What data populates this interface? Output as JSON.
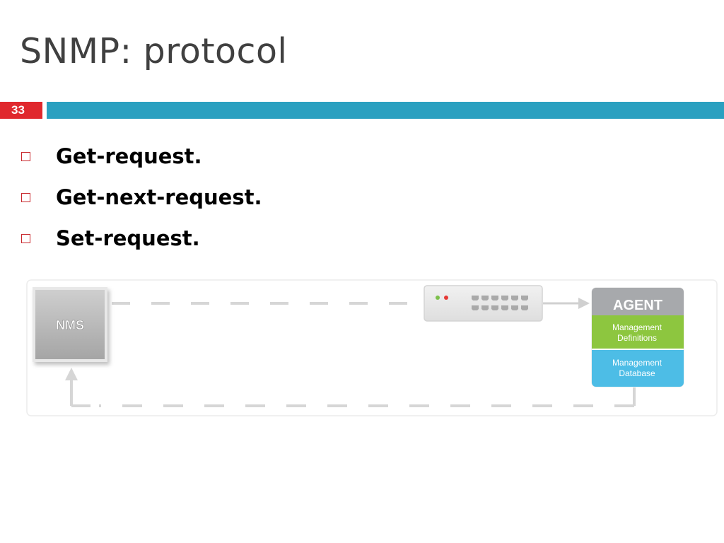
{
  "slide": {
    "title": "SNMP: protocol",
    "number": "33"
  },
  "bullets": [
    {
      "text": "Get-request."
    },
    {
      "text": "Get-next-request."
    },
    {
      "text": "Set-request."
    }
  ],
  "diagram": {
    "nms_label": "NMS",
    "agent_label": "AGENT",
    "mgmt_definitions": [
      "Management",
      "Definitions"
    ],
    "mgmt_database": [
      "Management",
      "Database"
    ],
    "colors": {
      "accent_red": "#e0282d",
      "title_bar": "#2aa0c0",
      "definitions_green": "#8dc63f",
      "database_blue": "#4dbde6",
      "agent_gray": "#a7a9ac"
    }
  }
}
